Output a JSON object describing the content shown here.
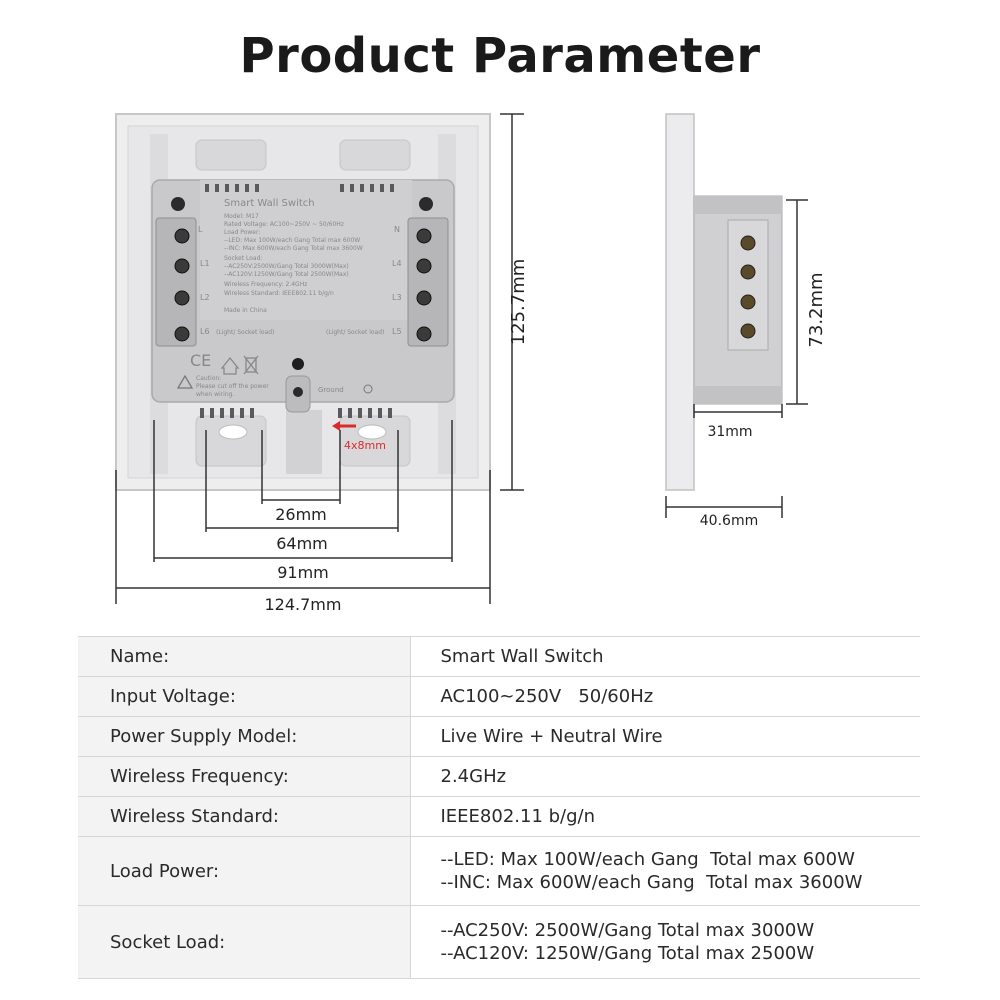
{
  "title": "Product Parameter",
  "colors": {
    "title": "#1a1a1a",
    "table_key_bg": "#f3f3f3",
    "table_border": "#d6d6d6",
    "accent_red": "#d92b2b",
    "panel_gray": "#c9c9cb"
  },
  "front_view": {
    "label_text": {
      "device_name": "Smart Wall Switch",
      "model": "Model: M17",
      "rated_voltage": "Rated Voltage: AC100~250V ~ 50/60Hz",
      "load_power": "Load Power:",
      "led": "--LED: Max 100W/each Gang  Total max 600W",
      "inc": "--INC: Max 600W/each Gang  Total max 3600W",
      "socket_load": "Socket Load:",
      "ac250": "--AC250V:2500W/Gang Total 3000W(Max)",
      "ac120": "--AC120V:1250W/Gang Total 2500W(Max)",
      "wifreq": "Wireless Frequency: 2.4GHz",
      "wistd": "Wireless Standard: IEEE802.11 b/g/n",
      "made_in": "Made in China",
      "caution_title": "Caution:",
      "caution_line1": "Please cut off the power",
      "caution_line2": "when wiring.",
      "ground": "Ground",
      "light_socket_left": "(Light/ Socket load)",
      "light_socket_right": "(Light/ Socket load)",
      "cert_marks": "CE"
    },
    "terminals_left": [
      "L",
      "L1",
      "L2",
      "L6"
    ],
    "terminals_right": [
      "N",
      "L4",
      "L3",
      "L5"
    ],
    "screw_size": "4x8mm",
    "dimensions": {
      "height": "125.7mm",
      "d26": "26mm",
      "d64": "64mm",
      "d91": "91mm",
      "d124": "124.7mm"
    }
  },
  "side_view": {
    "dimensions": {
      "height": "73.2mm",
      "depth": "31mm",
      "total": "40.6mm"
    }
  },
  "specs": [
    {
      "key": "Name:",
      "value": [
        "Smart Wall Switch"
      ]
    },
    {
      "key": "Input Voltage:",
      "value": [
        "AC100~250V   50/60Hz"
      ]
    },
    {
      "key": "Power Supply Model:",
      "value": [
        "Live Wire + Neutral Wire"
      ]
    },
    {
      "key": "Wireless Frequency:",
      "value": [
        "2.4GHz"
      ]
    },
    {
      "key": "Wireless Standard:",
      "value": [
        "IEEE802.11 b/g/n"
      ]
    },
    {
      "key": "Load Power:",
      "value": [
        "--LED: Max 100W/each Gang  Total max 600W",
        "--INC: Max 600W/each Gang  Total max 3600W"
      ]
    },
    {
      "key": "Socket Load:",
      "value": [
        "--AC250V: 2500W/Gang Total max 3000W",
        "--AC120V: 1250W/Gang Total max 2500W"
      ]
    }
  ]
}
